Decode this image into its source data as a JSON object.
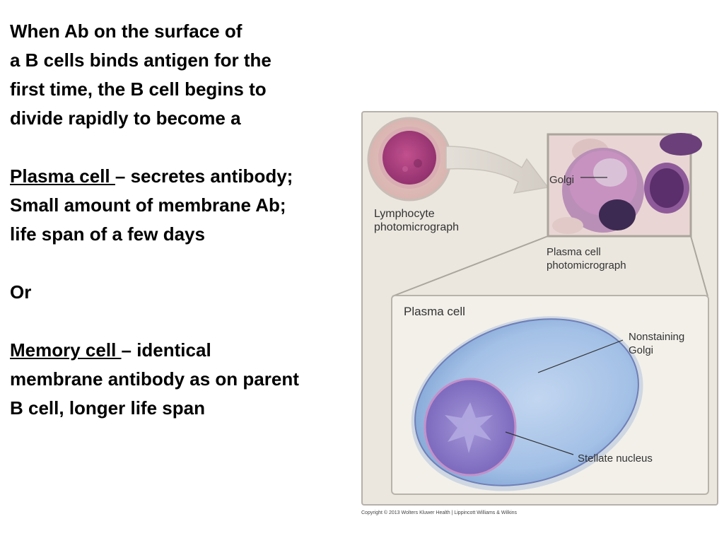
{
  "intro": {
    "line1": "When Ab on the surface of",
    "line2": "a B cells binds antigen for the",
    "line3": "first time, the B cell begins to",
    "line4": "divide rapidly to become a"
  },
  "plasma": {
    "term": "Plasma cell ",
    "def": "– secretes antibody;",
    "line2": "Small amount of membrane Ab;",
    "line3": "life span of a few days"
  },
  "or_text": "Or",
  "memory": {
    "term": "Memory cell ",
    "def": "– identical",
    "line2": "membrane antibody as on parent",
    "line3": "B cell, longer life span"
  },
  "figure": {
    "lymph_label_1": "Lymphocyte",
    "lymph_label_2": "photomicrograph",
    "golgi_label": "Golgi",
    "plasma_photo_label_1": "Plasma cell",
    "plasma_photo_label_2": "photomicrograph",
    "inset_title": "Plasma cell",
    "nonstaining_1": "Nonstaining",
    "nonstaining_2": "Golgi",
    "stellate_label": "Stellate nucleus"
  },
  "copyright": "Copyright © 2013 Wolters Kluwer Health | Lippincott Williams & Wilkins",
  "colors": {
    "figure_bg": "#ebe7df",
    "cell_blue": "#9dbbe3",
    "nucleus_purple": "#8d7bc7",
    "stain_magenta": "#a23c7c"
  }
}
